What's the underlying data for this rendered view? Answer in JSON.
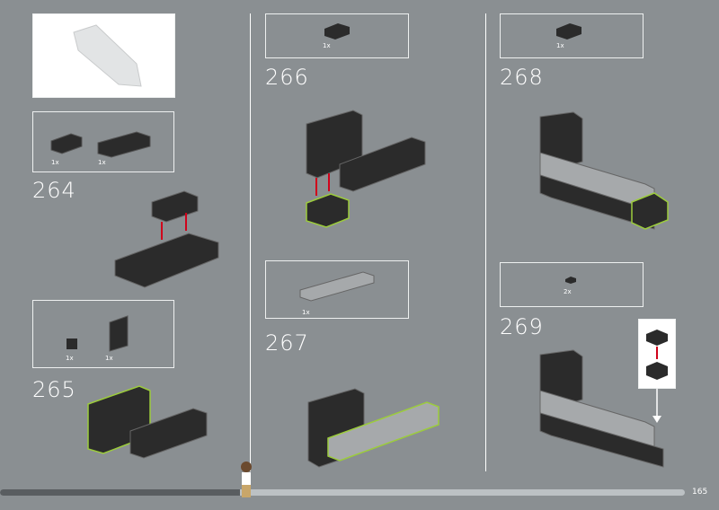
{
  "steps": [
    {
      "number": "264",
      "parts": [
        {
          "qty": "1x"
        },
        {
          "qty": "1x"
        }
      ]
    },
    {
      "number": "265",
      "parts": [
        {
          "qty": "1x"
        },
        {
          "qty": "1x"
        }
      ]
    },
    {
      "number": "266",
      "parts": [
        {
          "qty": "1x"
        }
      ]
    },
    {
      "number": "267",
      "parts": [
        {
          "qty": "1x"
        }
      ]
    },
    {
      "number": "268",
      "parts": [
        {
          "qty": "1x"
        }
      ]
    },
    {
      "number": "269",
      "parts": [
        {
          "qty": "2x"
        }
      ]
    }
  ],
  "progress": {
    "fraction": 0.35
  },
  "page_number": "165",
  "colors": {
    "background": "#8a8f92",
    "brick": "#2b2b2b",
    "highlight": "#9ccc3c",
    "arrow": "#d0021b"
  }
}
